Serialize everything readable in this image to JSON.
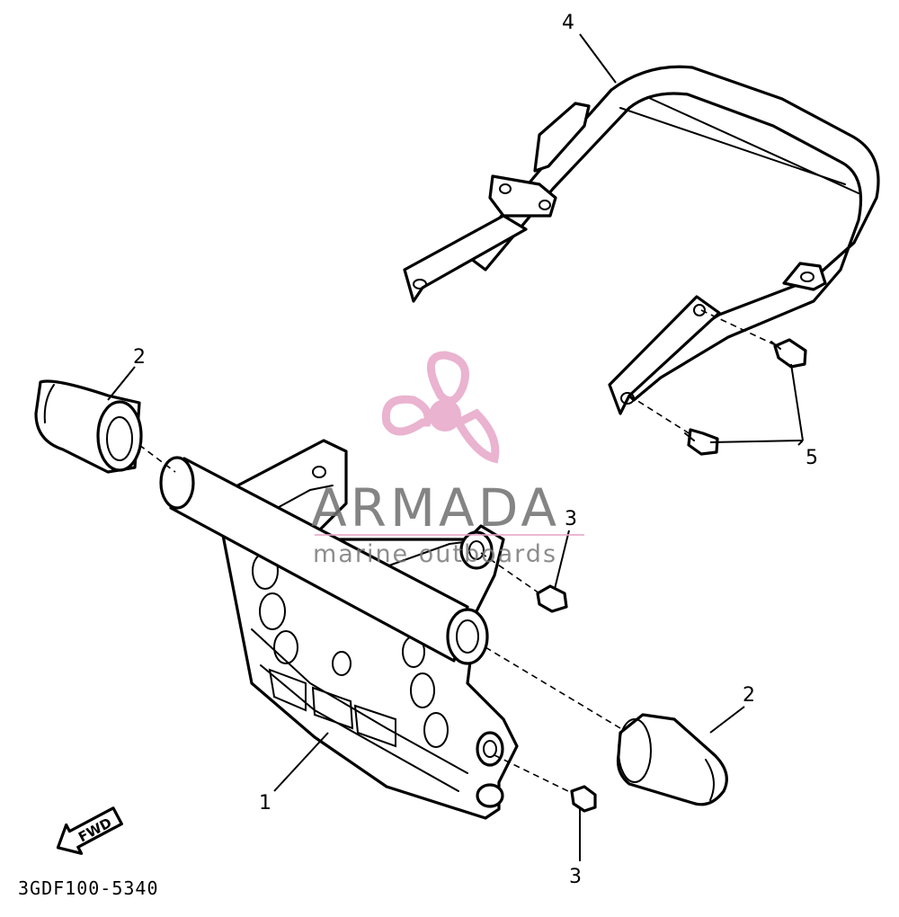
{
  "diagram": {
    "callouts": {
      "c1": "1",
      "c2_left": "2",
      "c2_right": "2",
      "c3_top": "3",
      "c3_bottom": "3",
      "c4": "4",
      "c5": "5"
    },
    "direction_label": "FWD",
    "part_code": "3GDF100-5340"
  },
  "watermark": {
    "brand": "ARMADA",
    "tagline": "marine outboards",
    "accent_pink": "#e7a6c8",
    "text_gray": "#707070"
  }
}
